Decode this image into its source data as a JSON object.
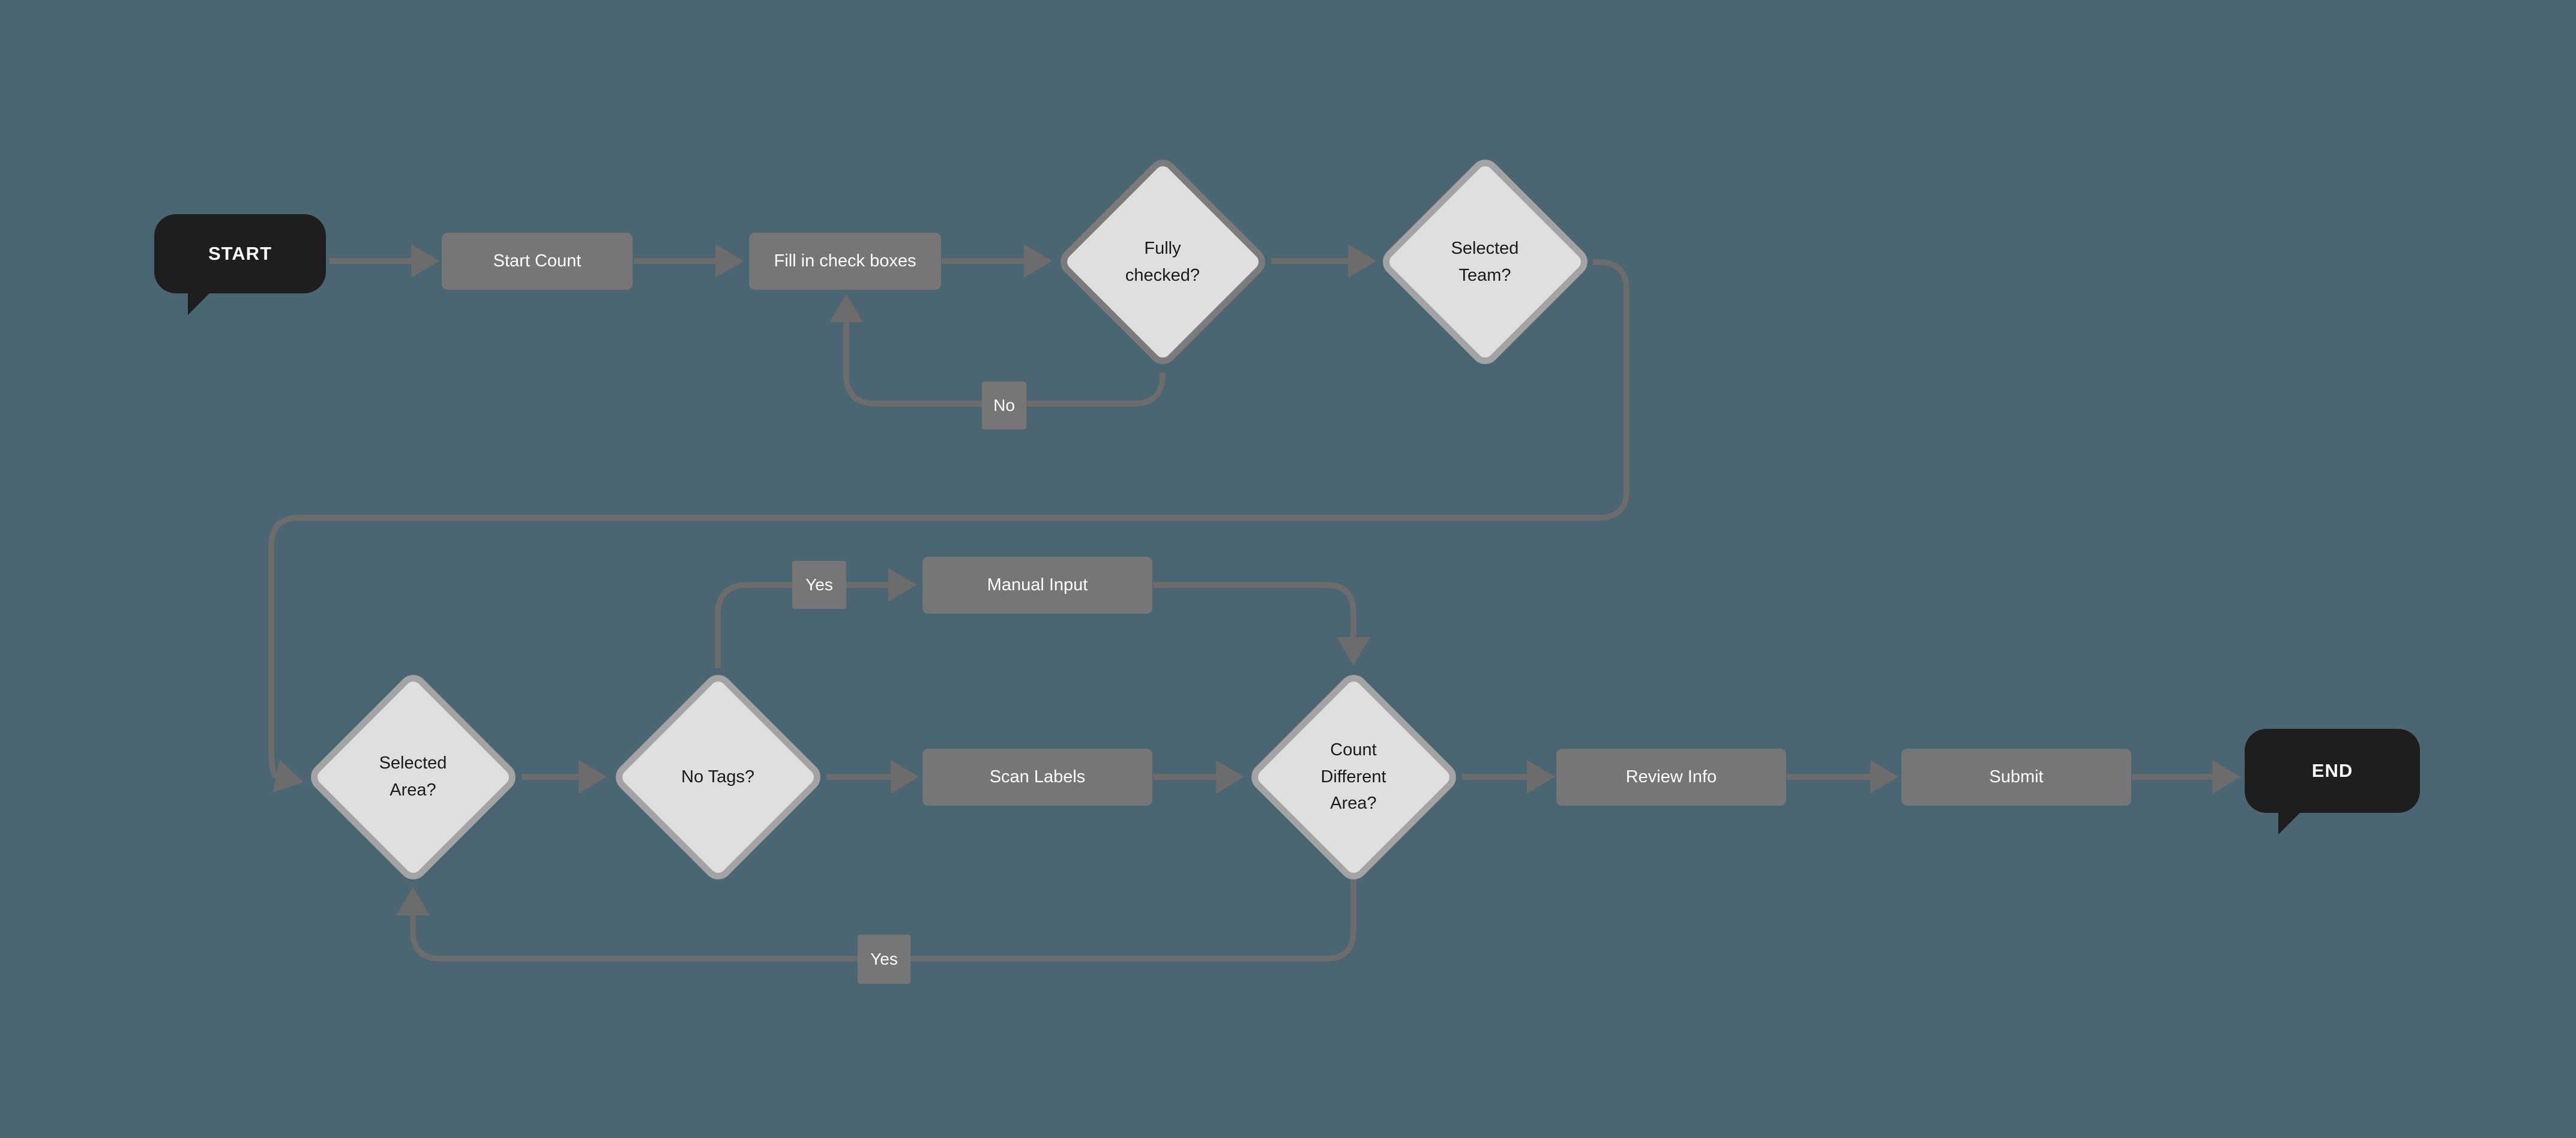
{
  "canvas": {
    "background_color": "#4B6670"
  },
  "palette": {
    "process_fill": "#767676",
    "process_text": "#FFFFFF",
    "decision_fill": "#DFDFDF",
    "decision_border_default": "#A3A3A3",
    "decision_border_active": "#7B7B7B",
    "decision_text": "#1A1A1A",
    "terminal_fill": "#1E1E1E",
    "terminal_text": "#FFFFFF",
    "connector": "#6C6C6C"
  },
  "flowchart": {
    "nodes": {
      "start": {
        "label": "START",
        "type": "terminal"
      },
      "start_count": {
        "label": "Start Count",
        "type": "process"
      },
      "fill_checkboxes": {
        "label": "Fill in check boxes",
        "type": "process"
      },
      "fully_checked": {
        "label": "Fully checked?",
        "type": "decision"
      },
      "selected_team": {
        "label": "Selected Team?",
        "type": "decision"
      },
      "selected_area": {
        "label": "Selected Area?",
        "type": "decision"
      },
      "no_tags": {
        "label": "No Tags?",
        "type": "decision"
      },
      "manual_input": {
        "label": "Manual Input",
        "type": "process"
      },
      "scan_labels": {
        "label": "Scan Labels",
        "type": "process"
      },
      "count_different_area": {
        "label": "Count Different Area?",
        "type": "decision"
      },
      "review_info": {
        "label": "Review Info",
        "type": "process"
      },
      "submit": {
        "label": "Submit",
        "type": "process"
      },
      "end": {
        "label": "END",
        "type": "terminal"
      }
    },
    "edge_labels": {
      "no_loop": "No",
      "yes_branch": "Yes",
      "yes_loop": "Yes"
    },
    "edges": [
      {
        "from": "start",
        "to": "start_count",
        "label": ""
      },
      {
        "from": "start_count",
        "to": "fill_checkboxes",
        "label": ""
      },
      {
        "from": "fill_checkboxes",
        "to": "fully_checked",
        "label": ""
      },
      {
        "from": "fully_checked",
        "to": "selected_team",
        "label": ""
      },
      {
        "from": "fully_checked",
        "to": "fill_checkboxes",
        "label": "No"
      },
      {
        "from": "selected_team",
        "to": "selected_area",
        "label": ""
      },
      {
        "from": "selected_area",
        "to": "no_tags",
        "label": ""
      },
      {
        "from": "no_tags",
        "to": "manual_input",
        "label": "Yes"
      },
      {
        "from": "no_tags",
        "to": "scan_labels",
        "label": ""
      },
      {
        "from": "manual_input",
        "to": "count_different_area",
        "label": ""
      },
      {
        "from": "scan_labels",
        "to": "count_different_area",
        "label": ""
      },
      {
        "from": "count_different_area",
        "to": "review_info",
        "label": ""
      },
      {
        "from": "count_different_area",
        "to": "selected_area",
        "label": "Yes"
      },
      {
        "from": "review_info",
        "to": "submit",
        "label": ""
      },
      {
        "from": "submit",
        "to": "end",
        "label": ""
      }
    ]
  }
}
